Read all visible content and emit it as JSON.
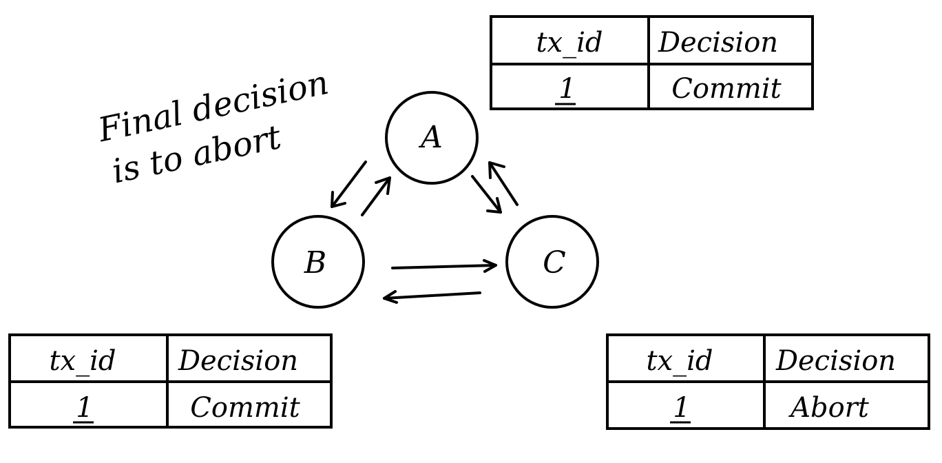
{
  "note": {
    "line1": "Final decision",
    "line2": "is to abort"
  },
  "nodes": {
    "a": "A",
    "b": "B",
    "c": "C"
  },
  "tables": {
    "header_tx": "tx_id",
    "header_decision": "Decision",
    "node_a": {
      "tx_id": "1",
      "decision": "Commit"
    },
    "node_b": {
      "tx_id": "1",
      "decision": "Commit"
    },
    "node_c": {
      "tx_id": "1",
      "decision": "Abort"
    }
  }
}
